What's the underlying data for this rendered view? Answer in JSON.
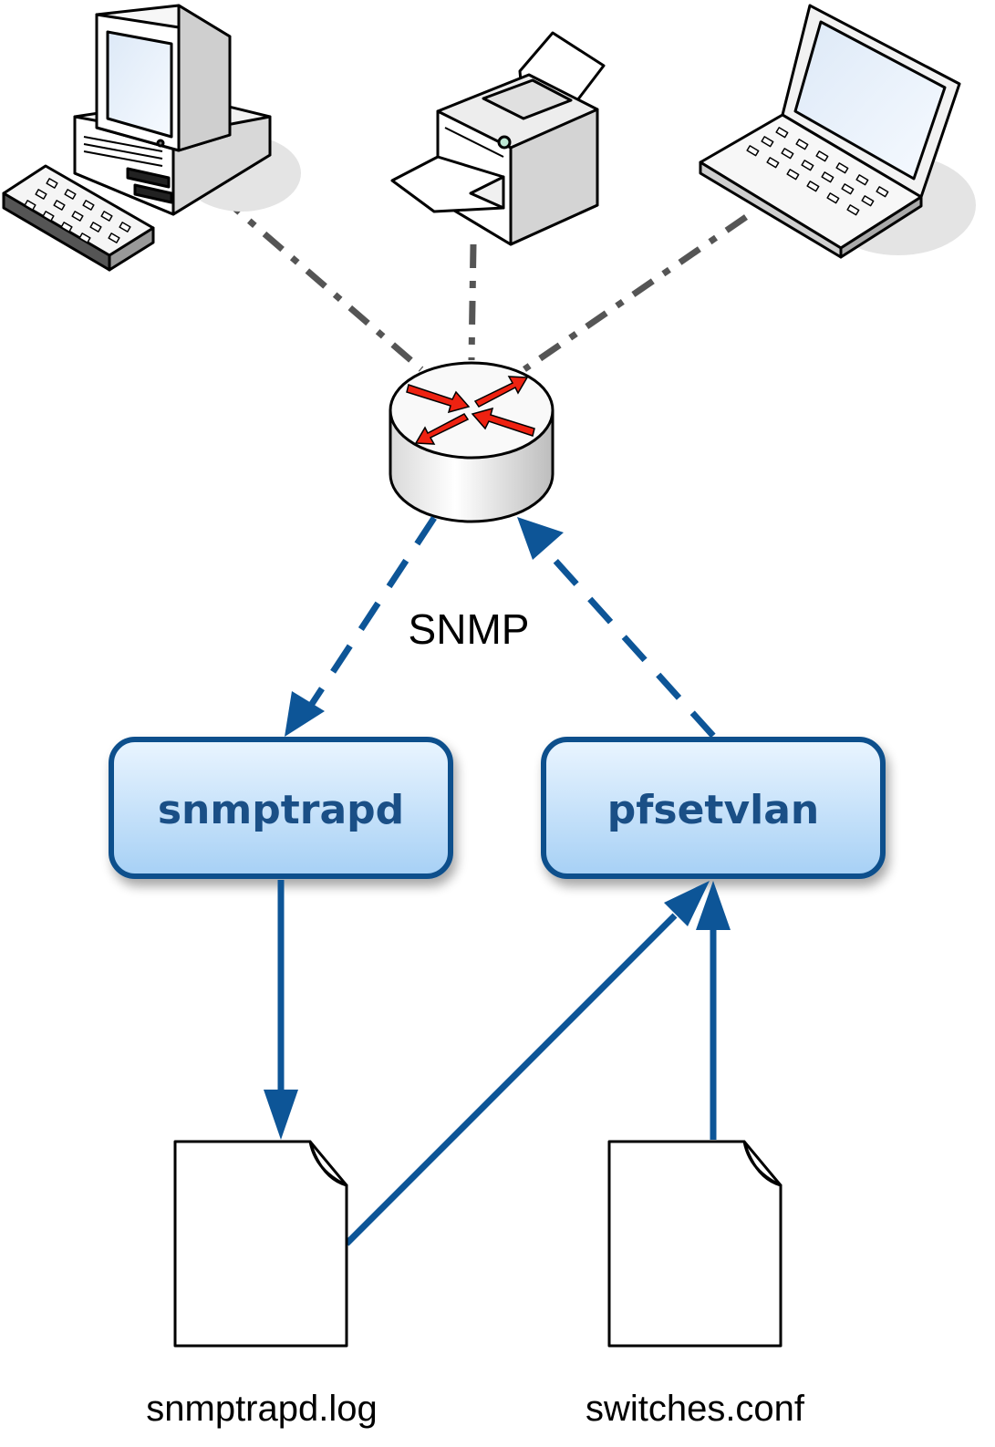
{
  "labels": {
    "protocol": "SNMP",
    "process_left": "snmptrapd",
    "process_right": "pfsetvlan",
    "file_left": "snmptrapd.log",
    "file_right": "switches.conf"
  },
  "colors": {
    "flow_blue": "#0d5597",
    "link_gray": "#555555",
    "process_fill_top": "#e4f2ff",
    "process_fill_bottom": "#a9d3f7",
    "router_arrows": "#ee2211"
  },
  "icons": [
    "desktop-computer-icon",
    "printer-icon",
    "laptop-icon",
    "router-icon",
    "document-icon"
  ]
}
